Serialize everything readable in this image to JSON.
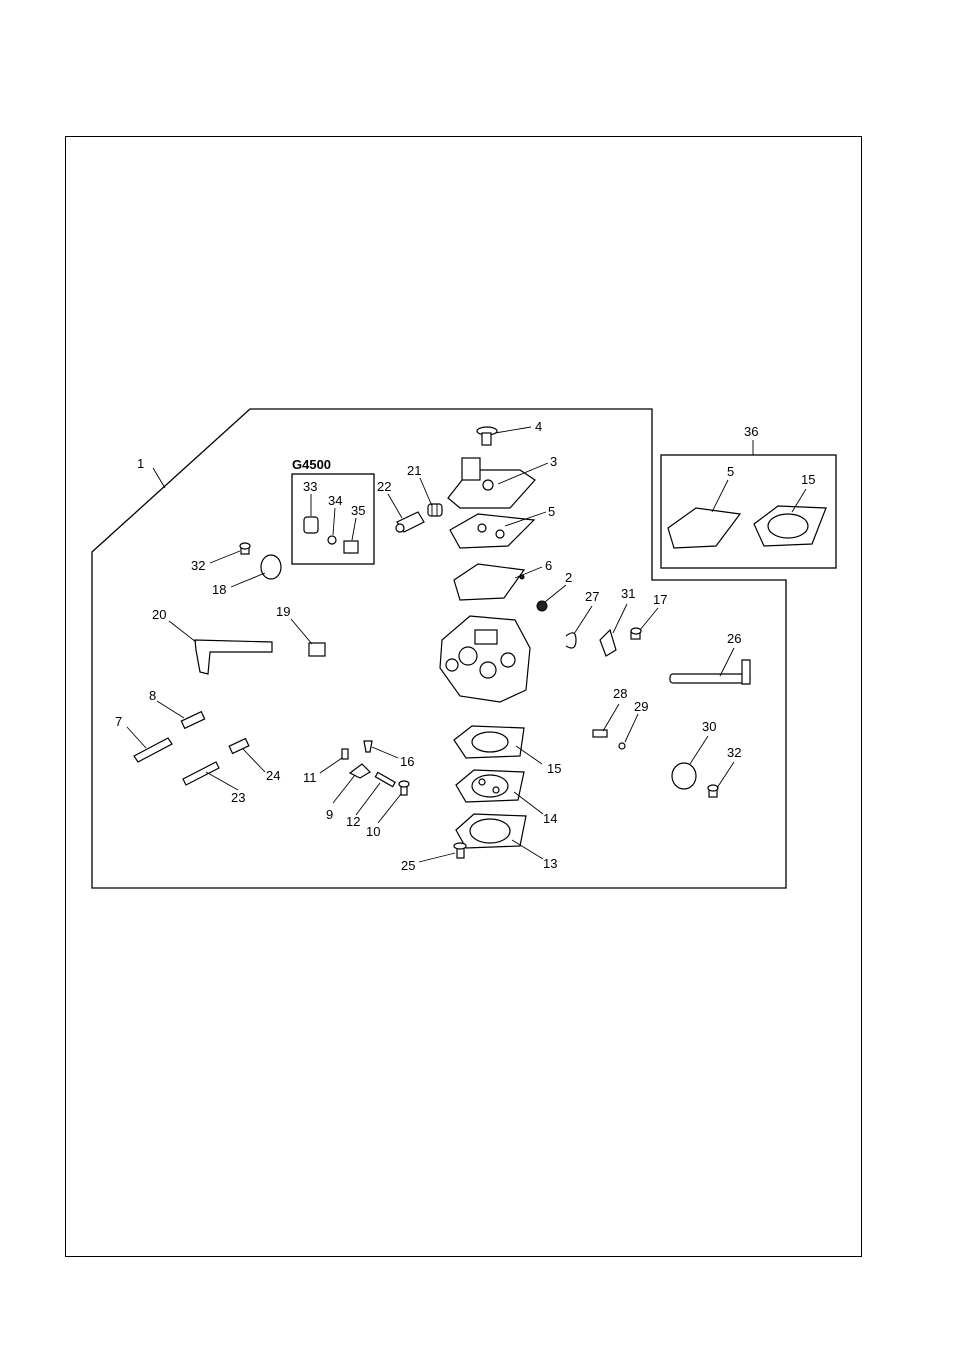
{
  "diagram": {
    "variant_label": "G4500",
    "callouts": [
      "1",
      "2",
      "3",
      "4",
      "5",
      "6",
      "7",
      "8",
      "9",
      "10",
      "11",
      "12",
      "13",
      "14",
      "15",
      "16",
      "17",
      "18",
      "19",
      "20",
      "21",
      "22",
      "23",
      "24",
      "25",
      "26",
      "27",
      "28",
      "29",
      "30",
      "31",
      "32",
      "33",
      "34",
      "35",
      "36"
    ],
    "kit_callout": "36",
    "kit_items": [
      "5",
      "15"
    ],
    "kit_item_5": "5",
    "kit_item_15": "15",
    "second_32": "32"
  }
}
